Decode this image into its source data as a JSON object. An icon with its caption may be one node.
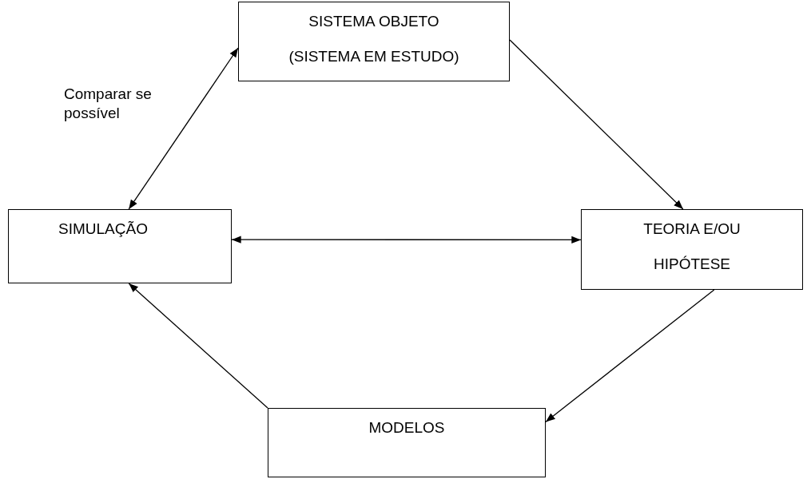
{
  "diagram": {
    "nodes": [
      {
        "text": [
          "SISTEMA OBJETO",
          "(SISTEMA EM ESTUDO)"
        ]
      },
      {
        "text": [
          "TEORIA E/OU",
          "HIPÓTESE"
        ]
      },
      {
        "text": [
          "MODELOS"
        ]
      },
      {
        "text": [
          "SIMULAÇÃO"
        ]
      }
    ],
    "edges": [
      {
        "from": 0,
        "to": 1,
        "arrow": "to"
      },
      {
        "from": 1,
        "to": 2,
        "arrow": "to"
      },
      {
        "from": 2,
        "to": 3,
        "arrow": "to"
      },
      {
        "from": 3,
        "to": 0,
        "arrow": "both",
        "label": "Comparar se possível"
      },
      {
        "from": 3,
        "to": 1,
        "arrow": "both"
      }
    ]
  }
}
